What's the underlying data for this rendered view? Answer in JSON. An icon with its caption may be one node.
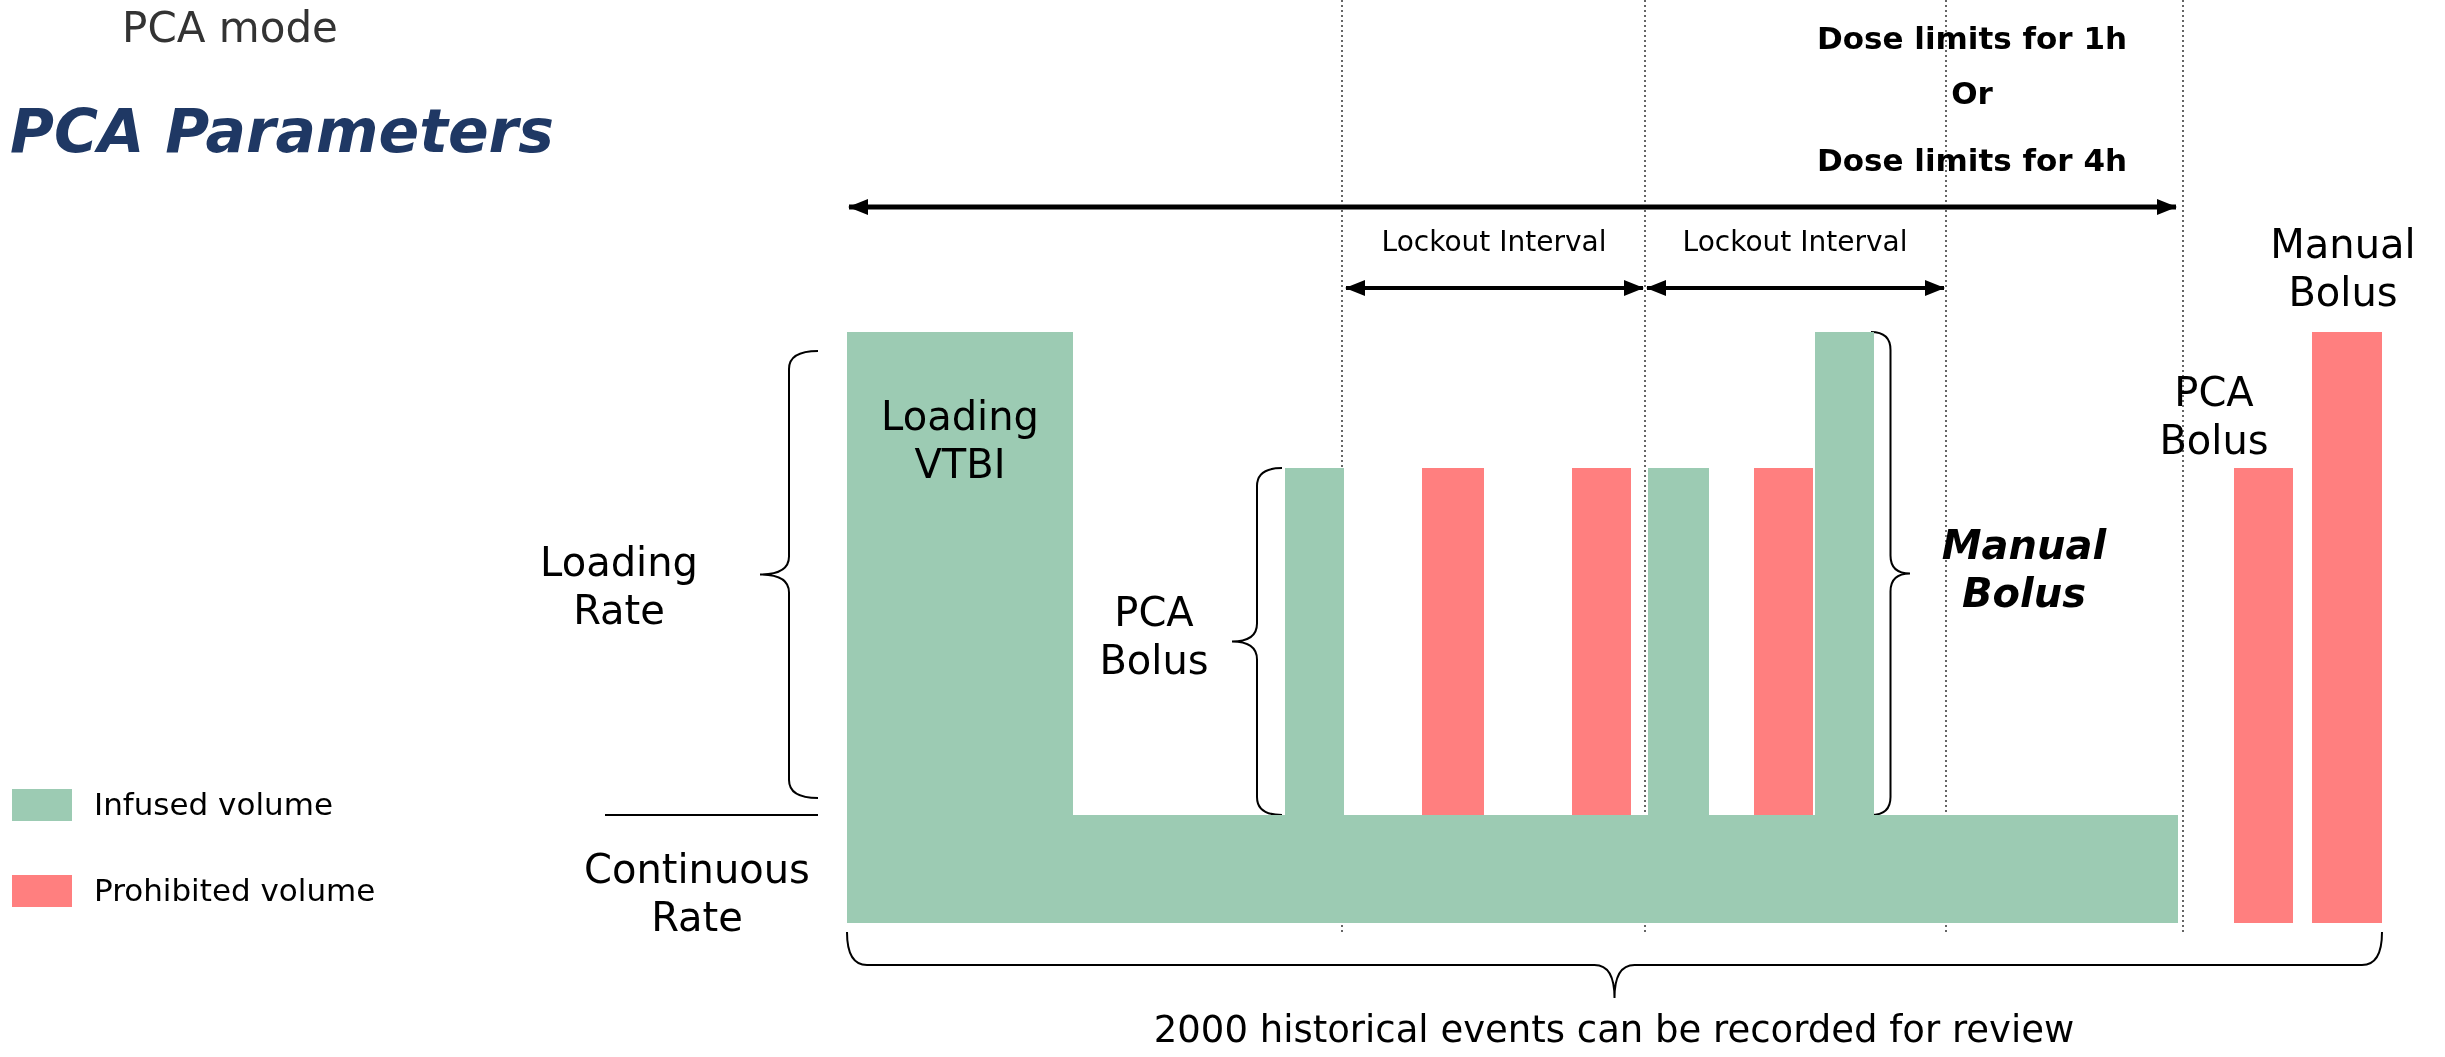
{
  "diagram": {
    "title": "PCA Parameters",
    "nodes": [
      {
        "text": [
          "Loading VTBI"
        ]
      },
      {
        "text": [],
        "shape": "bar"
      },
      {
        "text": [],
        "shape": "bar"
      },
      {
        "text": [],
        "shape": "bar"
      },
      {
        "text": [],
        "shape": "bar"
      },
      {
        "text": [],
        "shape": "bar"
      },
      {
        "text": [],
        "shape": "bar"
      },
      {
        "text": [],
        "shape": "bar"
      },
      {
        "text": [],
        "shape": "bar"
      },
      {
        "text": [],
        "shape": "bar"
      }
    ],
    "labels": [
      "PCA mode",
      "Dose limits for 1h",
      "Or",
      "Dose limits for 4h",
      "Lockout Interval",
      "Lockout Interval",
      "Manual Bolus",
      "PCA Bolus",
      "Loading Rate",
      "PCA Bolus",
      "Manual Bolus",
      "Continuous Rate",
      "2000 historical events can be recorded for review"
    ],
    "legend": [
      {
        "text": "Infused volume",
        "color": "#9ccbb3"
      },
      {
        "text": "Prohibited volume",
        "color": "#ff7f7f"
      }
    ]
  }
}
